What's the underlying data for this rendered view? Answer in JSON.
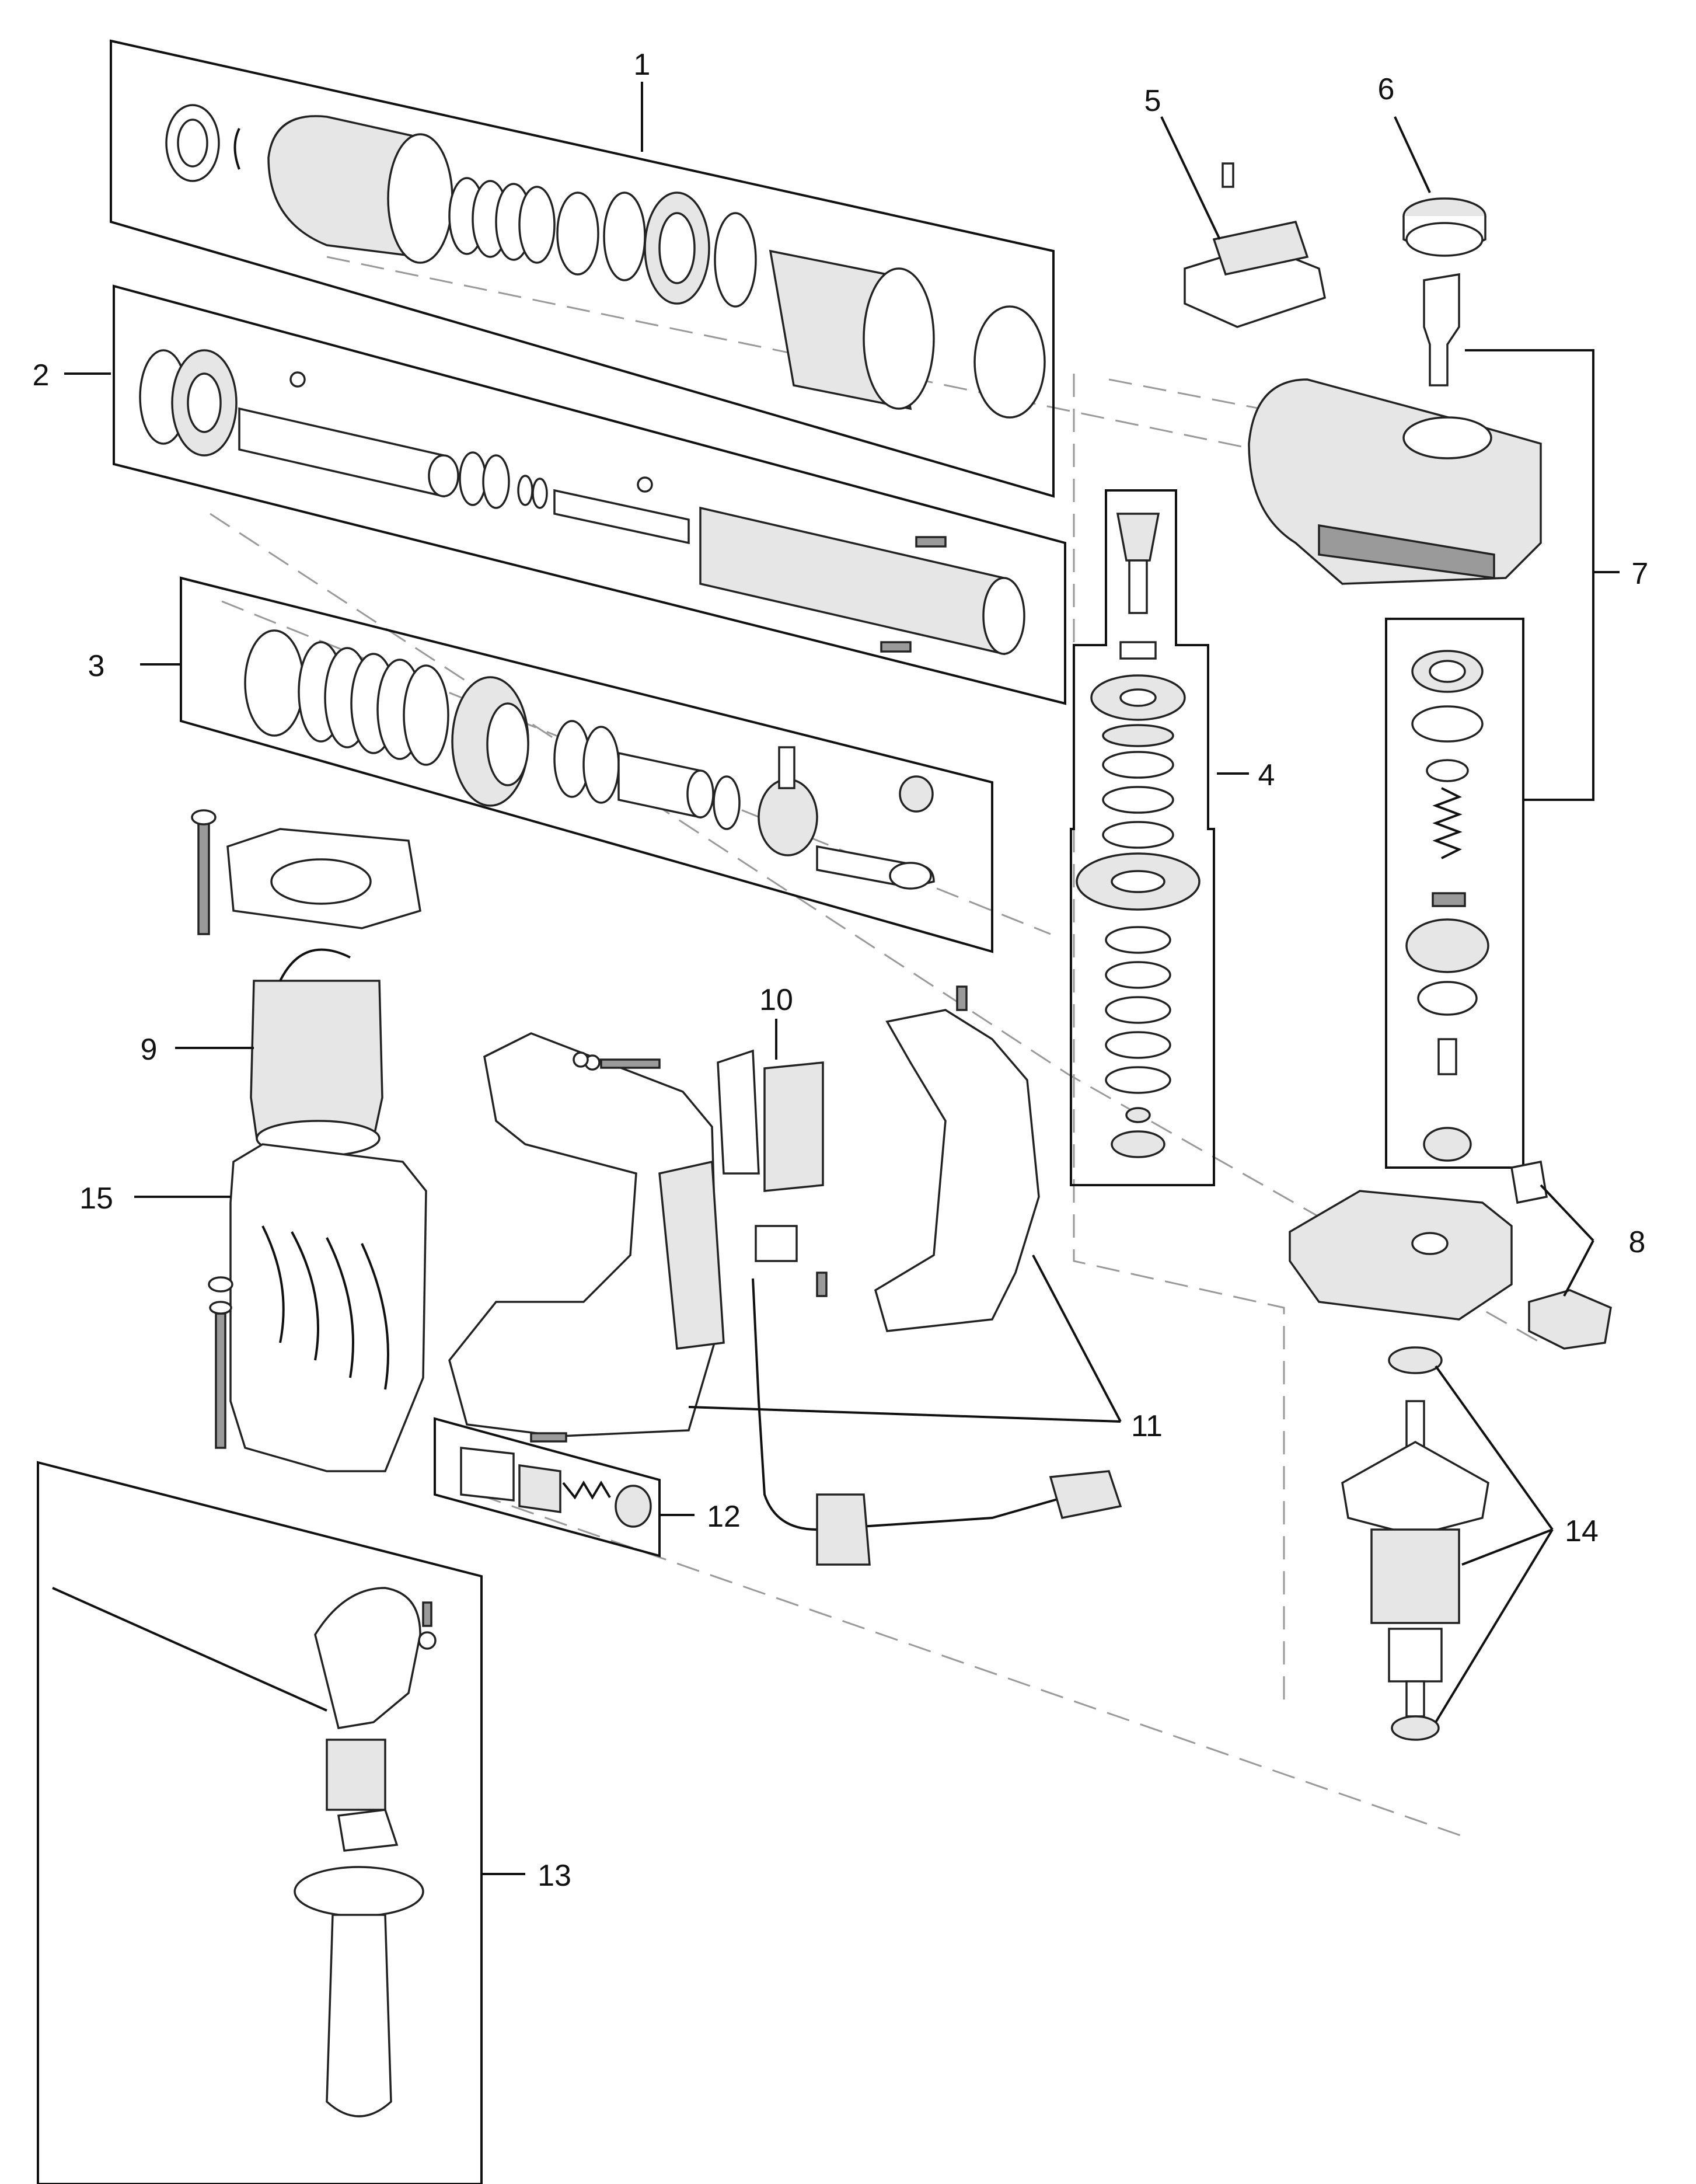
{
  "callouts": {
    "c1": "1",
    "c2": "2",
    "c3": "3",
    "c4": "4",
    "c5": "5",
    "c6": "6",
    "c7": "7",
    "c8": "8",
    "c9": "9",
    "c10": "10",
    "c11": "11",
    "c12": "12",
    "c13": "13",
    "c14": "14",
    "c15": "15"
  },
  "colors": {
    "line": "#111111",
    "part_fill": "#ffffff",
    "shade": "#e6e6e6",
    "dark": "#9a9a9a",
    "guide": "#9a9a9a"
  }
}
